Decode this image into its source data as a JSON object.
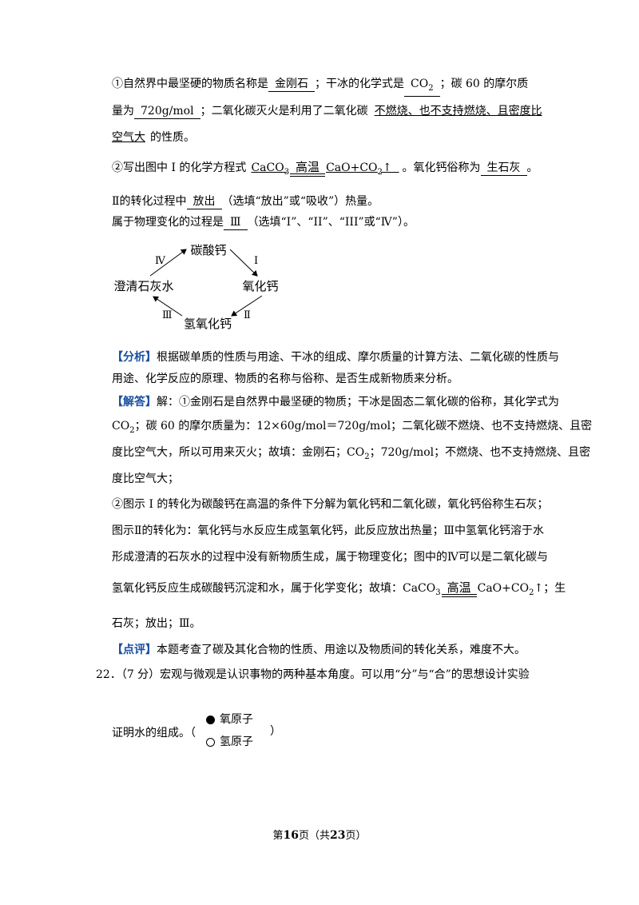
{
  "p1": {
    "l1a": "①自然界中最坚硬的物质名称是",
    "b1": "金刚石",
    "l1b": "；干冰的化学式是",
    "b2": "CO",
    "b2sub": "2",
    "l1c": "；碳 60 的摩尔质",
    "l2a": "量为",
    "b3": "720g/mol",
    "l2b": "；二氧化碳灭火是利用了二氧化碳",
    "b4": "不燃烧、也不支持燃烧、且密度比",
    "b5": "空气大",
    "l3b": "的性质。"
  },
  "p2": {
    "l1a": "②写出图中 I 的化学方程式",
    "eq_left": "CaCO",
    "eq_left_sub": "3",
    "eq_cond": "高温",
    "eq_right": "CaO+CO",
    "eq_right_sub": "2",
    "eq_arrow": "↑",
    "l1b": "。氧化钙俗称为",
    "b1": "生石灰",
    "l1c": "。",
    "l2a": "Ⅱ的转化过程中",
    "b2": "放出",
    "l2b": "（选填“放出”或“吸收”）热量。",
    "l3a": "属于物理变化的过程是",
    "b3": "Ⅲ",
    "l3b": "（选填“I”、“II”、“III”或“Ⅳ”）。"
  },
  "diagram": {
    "top": "碳酸钙",
    "right": "氧化钙",
    "bottom": "氢氧化钙",
    "left": "澄清石灰水",
    "r1": "Ⅰ",
    "r2": "Ⅱ",
    "r3": "Ⅲ",
    "r4": "Ⅳ"
  },
  "analysis": {
    "tag": "【分析】",
    "l1": "根据碳单质的性质与用途、干冰的组成、摩尔质量的计算方法、二氧化碳的性质与",
    "l2": "用途、化学反应的原理、物质的名称与俗称、是否生成新物质来分析。"
  },
  "answer": {
    "tag": "【解答】",
    "l1": "解：①金刚石是自然界中最坚硬的物质；干冰是固态二氧化碳的俗称，其化学式为",
    "l2a": "CO",
    "l2sub": "2",
    "l2b": "；碳 60 的摩尔质量为：12×60g/mol＝720g/mol；二氧化碳不燃烧、也不支持燃烧、且密",
    "l3a": "度比空气大，所以可用来灭火；故填：金刚石；CO",
    "l3sub": "2",
    "l3b": "；720g/mol；不燃烧、也不支持燃烧、且密",
    "l4": "度比空气大；",
    "l5": "②图示 I 的转化为碳酸钙在高温的条件下分解为氧化钙和二氧化碳，氧化钙俗称生石灰；",
    "l6": "图示Ⅱ的转化为：氧化钙与水反应生成氢氧化钙，此反应放出热量；Ⅲ中氢氧化钙溶于水",
    "l7": "形成澄清的石灰水的过程中没有新物质生成，属于物理变化；图中的Ⅳ可以是二氧化碳与",
    "l8a": "氢氧化钙反应生成碳酸钙沉淀和水，属于化学变化；故填：",
    "l8_eq_left": "CaCO",
    "l8_eq_left_sub": "3",
    "l8_eq_cond": "高温",
    "l8_eq_right": "CaO+CO",
    "l8_eq_right_sub": "2",
    "l8_eq_arrow": "↑",
    "l8b": "；生",
    "l9": "石灰；放出；Ⅲ。"
  },
  "comment": {
    "tag": "【点评】",
    "text": "本题考查了碳及其化合物的性质、用途以及物质间的转化关系，难度不大。"
  },
  "q22": {
    "l1": "22．（7 分）宏观与微观是认识事物的两种基本角度。可以用“分”与“合”的思想设计实验",
    "l2": "证明水的组成。（",
    "legend_o": "氧原子",
    "legend_h": "氢原子",
    "close": "）"
  },
  "footer": {
    "pre": "第",
    "page": "16",
    "mid": "页（共",
    "total": "23",
    "post": "页）"
  }
}
